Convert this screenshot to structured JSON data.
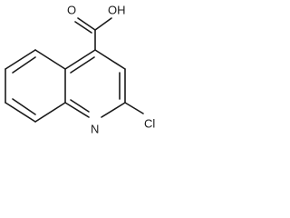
{
  "molecule": {
    "atoms": {
      "hydroxyl": "OH",
      "carbonyl_oxygen": "O",
      "ring_nitrogen": "N",
      "chlorine": "Cl"
    }
  },
  "colors": {
    "ink": "#1a1a1a",
    "background": "#ffffff"
  }
}
